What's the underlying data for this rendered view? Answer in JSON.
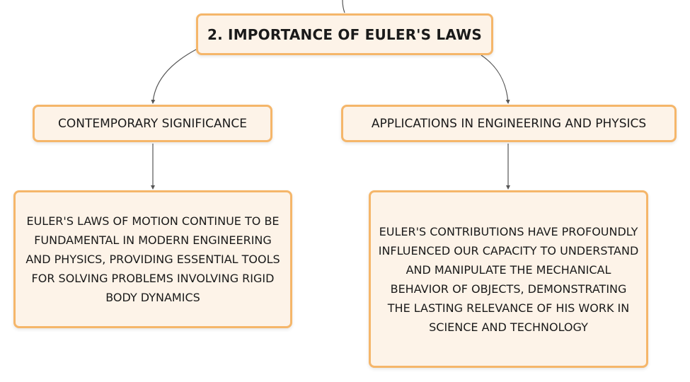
{
  "diagram": {
    "root": {
      "label": "2. IMPORTANCE OF EULER'S LAWS"
    },
    "branches": [
      {
        "label": "CONTEMPORARY SIGNIFICANCE",
        "detail": "EULER'S LAWS OF MOTION CONTINUE TO BE FUNDAMENTAL IN MODERN ENGINEERING AND PHYSICS, PROVIDING ESSENTIAL TOOLS FOR SOLVING PROBLEMS INVOLVING RIGID BODY DYNAMICS"
      },
      {
        "label": "APPLICATIONS IN ENGINEERING AND PHYSICS",
        "detail": "EULER'S CONTRIBUTIONS HAVE PROFOUNDLY INFLUENCED OUR CAPACITY TO UNDERSTAND AND MANIPULATE THE MECHANICAL BEHAVIOR OF OBJECTS, DEMONSTRATING THE LASTING RELEVANCE OF HIS WORK IN SCIENCE AND TECHNOLOGY"
      }
    ]
  },
  "colors": {
    "node_fill": "#fdf3e8",
    "node_border": "#f5b66a",
    "connector": "#555555"
  }
}
